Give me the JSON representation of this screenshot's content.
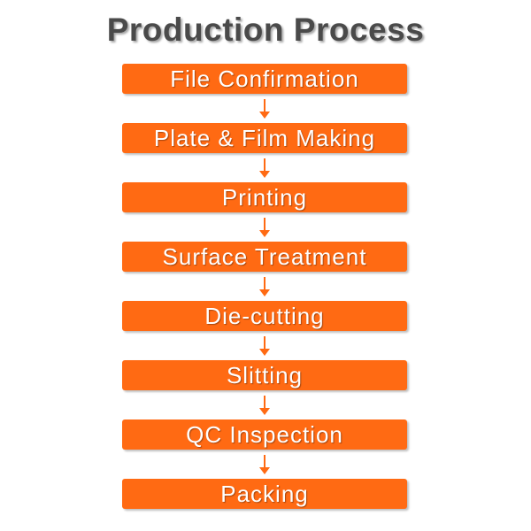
{
  "title": "Production Process",
  "colors": {
    "step_fill": "#ff6a13",
    "arrow": "#ff6a13",
    "title_text": "#4a4a4a",
    "step_text": "#ffffff"
  },
  "steps": [
    "File Confirmation",
    "Plate & Film Making",
    "Printing",
    "Surface Treatment",
    "Die-cutting",
    "Slitting",
    "QC Inspection",
    "Packing"
  ]
}
